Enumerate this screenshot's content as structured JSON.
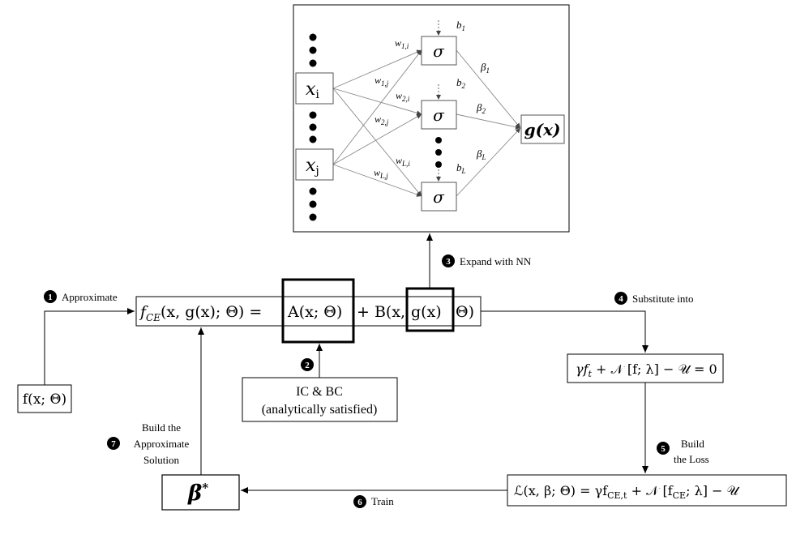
{
  "network": {
    "inputs": {
      "xi": "x",
      "xi_sub": "i",
      "xj": "x",
      "xj_sub": "j"
    },
    "hidden_node": "σ",
    "output": "g(x)",
    "weights": {
      "w1i": "w",
      "w1i_sub": "1,i",
      "w1j": "w",
      "w1j_sub": "1,j",
      "w2i": "w",
      "w2i_sub": "2,i",
      "w2j": "w",
      "w2j_sub": "2,j",
      "wLi": "w",
      "wLi_sub": "L,i",
      "wLj": "w",
      "wLj_sub": "L,j"
    },
    "biases": {
      "b1": "b",
      "b1_sub": "1",
      "b2": "b",
      "b2_sub": "2",
      "bL": "b",
      "bL_sub": "L"
    },
    "betas": {
      "beta1": "β",
      "beta1_sub": "1",
      "beta2": "β",
      "beta2_sub": "2",
      "betaL": "β",
      "betaL_sub": "L"
    }
  },
  "boxes": {
    "main_eq": {
      "f": "f",
      "f_sub": "CE",
      "f_args": "(x, g(x); Θ) =",
      "a_term": "A(x; Θ)",
      "plus_b": "+ B(x,",
      "g_term": "g(x)",
      "theta_end": "Θ)"
    },
    "f_input": "f(x; Θ)",
    "ic_bc": {
      "line1": "IC & BC",
      "line2": "(analytically  satisfied)"
    },
    "pde": "γf  + 𝒩 [f; λ] − 𝒰 = 0",
    "pde_parts": {
      "gamma_f": "γf",
      "t_sub": "t",
      "rest": " + 𝒩 [f; λ] − 𝒰 = 0"
    },
    "loss": {
      "lhs": "ℒ(x, β; Θ) = γf",
      "sub": "CE,t",
      "rhs": " + 𝒩 [f",
      "sub2": "CE",
      "tail": "; λ] − 𝒰"
    },
    "beta_star": {
      "beta": "β",
      "sup": "*"
    }
  },
  "steps": {
    "s1": {
      "num": "1",
      "label": "Approximate"
    },
    "s2": {
      "num": "2"
    },
    "s3": {
      "num": "3",
      "label": "Expand with NN"
    },
    "s4": {
      "num": "4",
      "label": "Substitute  into"
    },
    "s5": {
      "num": "5",
      "line1": "Build",
      "line2": "the Loss"
    },
    "s6": {
      "num": "6",
      "label": "Train"
    },
    "s7": {
      "num": "7",
      "line1": "Build  the",
      "line2": "Approximate",
      "line3": "Solution"
    }
  }
}
